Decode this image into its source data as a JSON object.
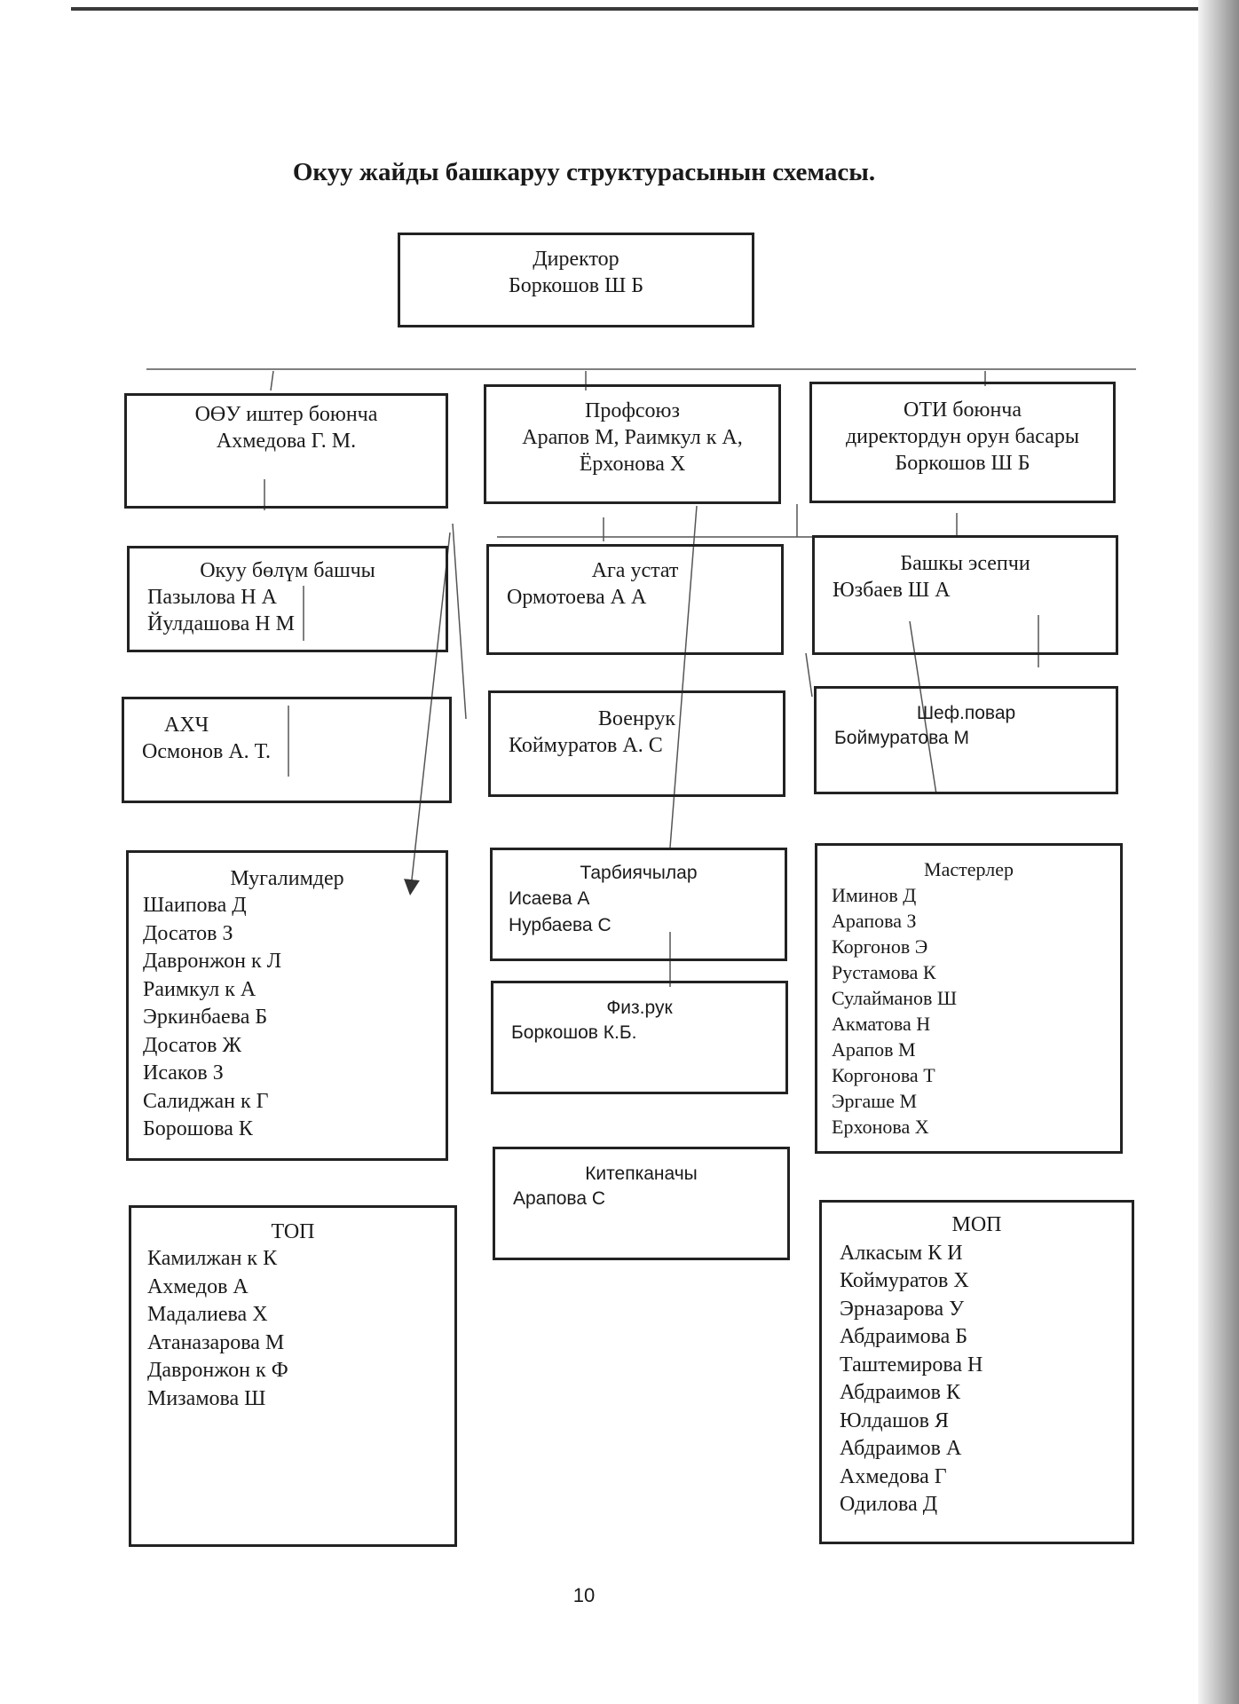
{
  "title": "Окуу жайды башкаруу структурасынын схемасы.",
  "page_number": "10",
  "boxes": {
    "director": {
      "lines": [
        "Директор",
        "Боркошов Ш Б"
      ]
    },
    "oou": {
      "lines": [
        "ОӨУ иштер боюнча",
        "Ахмедова Г. М."
      ]
    },
    "profsoyuz": {
      "lines": [
        "Профсоюз",
        "Арапов М, Раимкул к А,",
        "Ёрхонова Х"
      ]
    },
    "oti": {
      "lines": [
        "ОТИ боюнча",
        "директордун орун басары",
        "Боркошов Ш Б"
      ]
    },
    "okuu_bolum": {
      "head": "Окуу бөлүм башчы",
      "items": [
        "Пазылова Н А",
        "Йулдашова Н М"
      ]
    },
    "aga_ustat": {
      "head": "Ага устат",
      "items": [
        "Ормотоева А А"
      ]
    },
    "bashky_esepchi": {
      "head": "Башкы эсепчи",
      "items": [
        "Юзбаев Ш А"
      ]
    },
    "ahch": {
      "head": "АХЧ",
      "items": [
        "Осмонов А. Т."
      ]
    },
    "voenruk": {
      "head": "Военрук",
      "items": [
        "Коймуратов А. С"
      ]
    },
    "shef_povar": {
      "head": "Шеф.повар",
      "items": [
        "Боймуратова М"
      ]
    },
    "mugalimder": {
      "head": "Мугалимдер",
      "items": [
        "Шаипова Д",
        "Досатов З",
        "Давронжон к Л",
        "Раимкул к А",
        "Эркинбаева Б",
        "Досатов Ж",
        "Исаков З",
        "Салиджан к Г",
        "Борошова К"
      ]
    },
    "tarbiyachylar": {
      "head": "Тарбиячылар",
      "items": [
        "Исаева А",
        "Нурбаева С"
      ]
    },
    "masterler": {
      "head": "Мастерлер",
      "items": [
        "Иминов Д",
        "Арапова З",
        "Коргонов Э",
        "Рустамова К",
        "Сулайманов Ш",
        "Акматова Н",
        "Арапов М",
        "Коргонова Т",
        "Эргаше М",
        "Ерхонова Х"
      ]
    },
    "fiz_ruk": {
      "head": "Физ.рук",
      "items": [
        "Боркошов К.Б."
      ]
    },
    "kitepkanachy": {
      "head": "Китепканачы",
      "items": [
        "Арапова С"
      ]
    },
    "top": {
      "head": "ТОП",
      "items": [
        "Камилжан к К",
        "Ахмедов А",
        "Мадалиева Х",
        "Атаназарова М",
        "Давронжон к Ф",
        "Мизамова Ш"
      ]
    },
    "mop": {
      "head": "МОП",
      "items": [
        "Алкасым К И",
        "Коймуратов Х",
        "Эрназарова У",
        "Абдраимова Б",
        "Таштемирова Н",
        "Абдраимов К",
        "Юлдашов Я",
        "Абдраимов А",
        "Ахмедова Г",
        "Одилова Д"
      ]
    }
  }
}
